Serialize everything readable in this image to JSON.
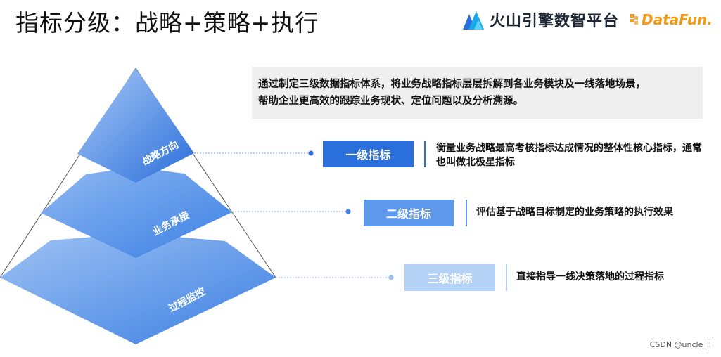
{
  "title": "指标分级：战略+策略+执行",
  "brands": {
    "volcano": "火山引擎数智平台",
    "datafun": "DataFun."
  },
  "description": {
    "line1": "通过制定三级数据指标体系，将业务战略指标层层拆解到各业务模块及一线落地场景，",
    "line2": "帮助企业更高效的跟踪业务现状、定位问题以及分析溯源。"
  },
  "pyramid": {
    "top_label": "战略方向",
    "middle_label": "业务承接",
    "bottom_label": "过程监控"
  },
  "levels": [
    {
      "label": "一级指标",
      "desc_line1": "衡量业务战略最高考核指标达成情况的整体性核心指标，通常",
      "desc_line2_prefix": "也叫做",
      "desc_line2_bold": "北极星指标"
    },
    {
      "label": "二级指标",
      "desc": "评估基于战略目标制定的业务策略的执行效果"
    },
    {
      "label": "三级指标",
      "desc": "直接指导一线决策落地的过程指标"
    }
  ],
  "watermark": "CSDN @uncle_ll",
  "colors": {
    "dark_blue": "#2a6fdb",
    "mid_blue": "#5d98ec",
    "light_blue": "#b4d2f6",
    "brand_orange": "#f29a17"
  }
}
